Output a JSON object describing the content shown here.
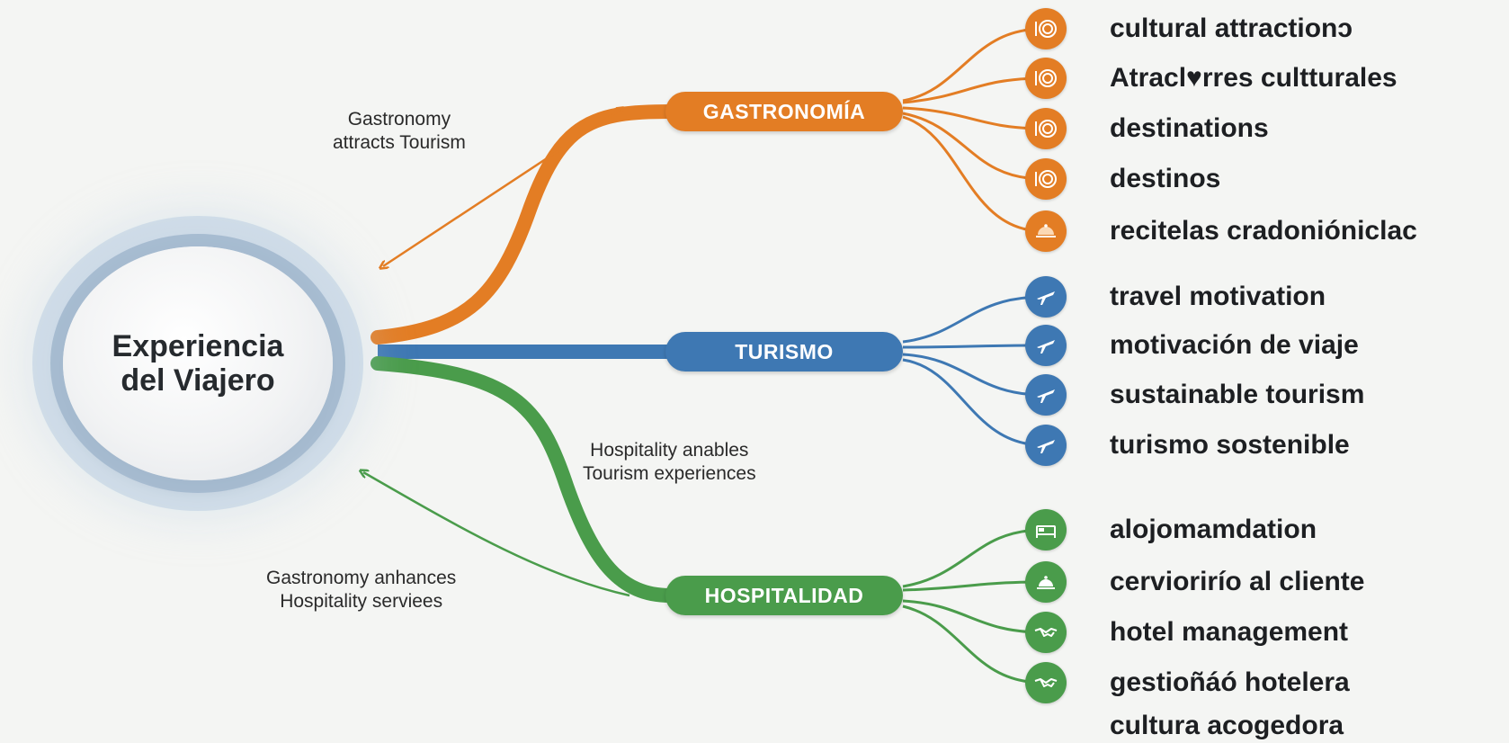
{
  "center": {
    "line1": "Experiencia",
    "line2": "del Viajero"
  },
  "hubs": {
    "gastronomia": {
      "label": "GASTRONOMÍA",
      "color": "#e37d24"
    },
    "turismo": {
      "label": "TURISMO",
      "color": "#3e78b3"
    },
    "hospitalidad": {
      "label": "HOSPITALIDAD",
      "color": "#4a9c4b"
    }
  },
  "gastronomia_items": [
    {
      "label": "cultural attractionɔ",
      "icon": "plate-icon"
    },
    {
      "label": "Atracl♥rres cultturales",
      "icon": "plate-icon"
    },
    {
      "label": "destinations",
      "icon": "plate-icon"
    },
    {
      "label": "destinos",
      "icon": "plate-icon"
    },
    {
      "label": "recitelas cradonióniclaс",
      "icon": "cloche-icon"
    }
  ],
  "turismo_items": [
    {
      "label": "travel motivation",
      "icon": "airplane-icon"
    },
    {
      "label": "motivación de viaje",
      "icon": "airplane-icon"
    },
    {
      "label": "sustainable tourism",
      "icon": "airplane-icon"
    },
    {
      "label": "turismo sostenible",
      "icon": "airplane-icon"
    }
  ],
  "hospitalidad_items": [
    {
      "label": "alojomamdation",
      "icon": "bed-icon"
    },
    {
      "label": "cerviorirío al cliente",
      "icon": "service-bell-icon"
    },
    {
      "label": "hotel management",
      "icon": "handshake-icon"
    },
    {
      "label": "gestioñáó hotelera",
      "icon": "handshake-icon"
    },
    {
      "label": "cultura acogedora",
      "icon": ""
    }
  ],
  "notes": {
    "gastro_tourism": {
      "line1": "Gastronomy",
      "line2": "attracts Tourism"
    },
    "hosp_tourism": {
      "line1": "Hospitality anables",
      "line2": "Tourism experiences"
    },
    "gastro_hosp": {
      "line1": "Gastronomy anhances",
      "line2": "Hospitality serviees"
    }
  }
}
